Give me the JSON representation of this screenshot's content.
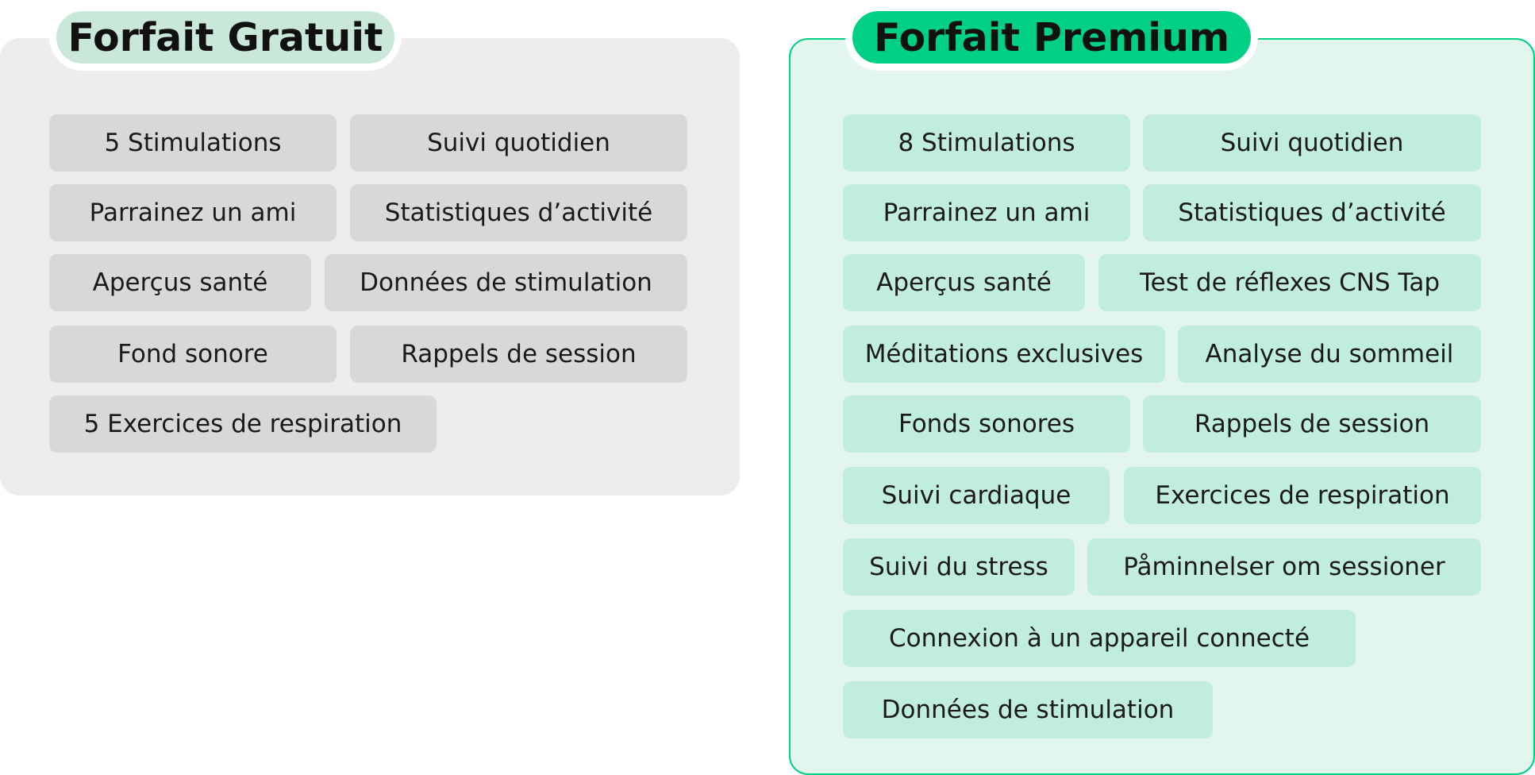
{
  "free_plan": {
    "title": "Forfait Gratuit",
    "features": [
      "5 Stimulations",
      "Suivi quotidien",
      "Parrainez un ami",
      "Statistiques d’activité",
      "Aperçus santé",
      "Données de stimulation",
      "Fond sonore",
      "Rappels de session",
      "5 Exercices de respiration"
    ]
  },
  "premium_plan": {
    "title": "Forfait Premium",
    "features": [
      "8 Stimulations",
      "Suivi quotidien",
      "Parrainez un ami",
      "Statistiques d’activité",
      "Aperçus santé",
      "Test de réflexes CNS Tap",
      "Méditations exclusives",
      "Analyse du sommeil",
      "Fonds sonores",
      "Rappels de session",
      "Suivi cardiaque",
      "Exercices de respiration",
      "Suivi du stress",
      "Påminnelser om sessioner",
      "Connexion à un appareil connecté",
      "Données de stimulation"
    ]
  },
  "colors": {
    "free_panel": "#ededed",
    "free_title": "#c9e8da",
    "free_pill": "#d8d8d8",
    "premium_panel": "#e2f6ee",
    "premium_border": "#00d084",
    "premium_title": "#00d084",
    "premium_pill": "#c1eedc"
  }
}
